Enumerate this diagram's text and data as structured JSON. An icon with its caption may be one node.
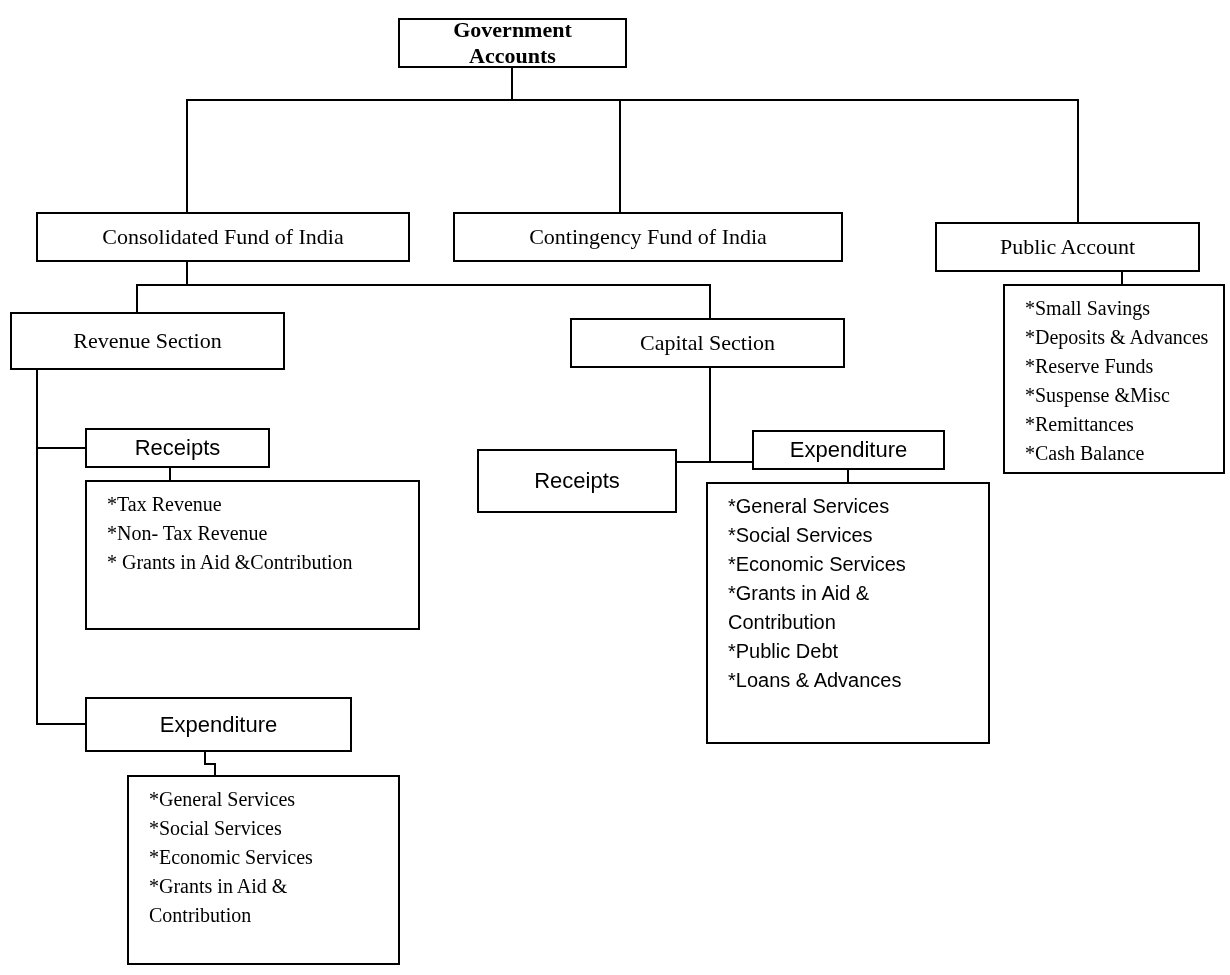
{
  "diagram": {
    "nodes": [
      {
        "text": [
          "Government Accounts"
        ]
      },
      {
        "text": [
          "Consolidated Fund of India"
        ]
      },
      {
        "text": [
          "Contingency Fund of India"
        ]
      },
      {
        "text": [
          "Public Account"
        ]
      },
      {
        "text": [
          "*Small Savings",
          "*Deposits & Advances",
          "*Reserve Funds",
          "*Suspense &Misc",
          "*Remittances",
          "*Cash Balance"
        ]
      },
      {
        "text": [
          "Revenue Section"
        ]
      },
      {
        "text": [
          "Capital Section"
        ]
      },
      {
        "text": [
          "Receipts"
        ]
      },
      {
        "text": [
          "*Tax Revenue",
          "*Non- Tax Revenue",
          "* Grants in Aid &Contribution"
        ]
      },
      {
        "text": [
          "Expenditure"
        ]
      },
      {
        "text": [
          "*General Services",
          "*Social Services",
          "*Economic Services",
          "*Grants in Aid & Contribution"
        ]
      },
      {
        "text": [
          "Receipts"
        ]
      },
      {
        "text": [
          "Expenditure"
        ]
      },
      {
        "text": [
          "*General Services",
          "*Social Services",
          "*Economic Services",
          "*Grants in Aid & Contribution",
          "*Public Debt",
          "*Loans & Advances"
        ]
      }
    ],
    "edges": [
      {
        "from": 0,
        "to": 1,
        "arrow": "none"
      },
      {
        "from": 0,
        "to": 2,
        "arrow": "none"
      },
      {
        "from": 0,
        "to": 3,
        "arrow": "none"
      },
      {
        "from": 3,
        "to": 4,
        "arrow": "none"
      },
      {
        "from": 1,
        "to": 5,
        "arrow": "none"
      },
      {
        "from": 1,
        "to": 6,
        "arrow": "none"
      },
      {
        "from": 5,
        "to": 7,
        "arrow": "none"
      },
      {
        "from": 7,
        "to": 8,
        "arrow": "none"
      },
      {
        "from": 5,
        "to": 9,
        "arrow": "none"
      },
      {
        "from": 9,
        "to": 10,
        "arrow": "none"
      },
      {
        "from": 6,
        "to": 11,
        "arrow": "none"
      },
      {
        "from": 6,
        "to": 12,
        "arrow": "none"
      },
      {
        "from": 12,
        "to": 13,
        "arrow": "none"
      }
    ]
  }
}
